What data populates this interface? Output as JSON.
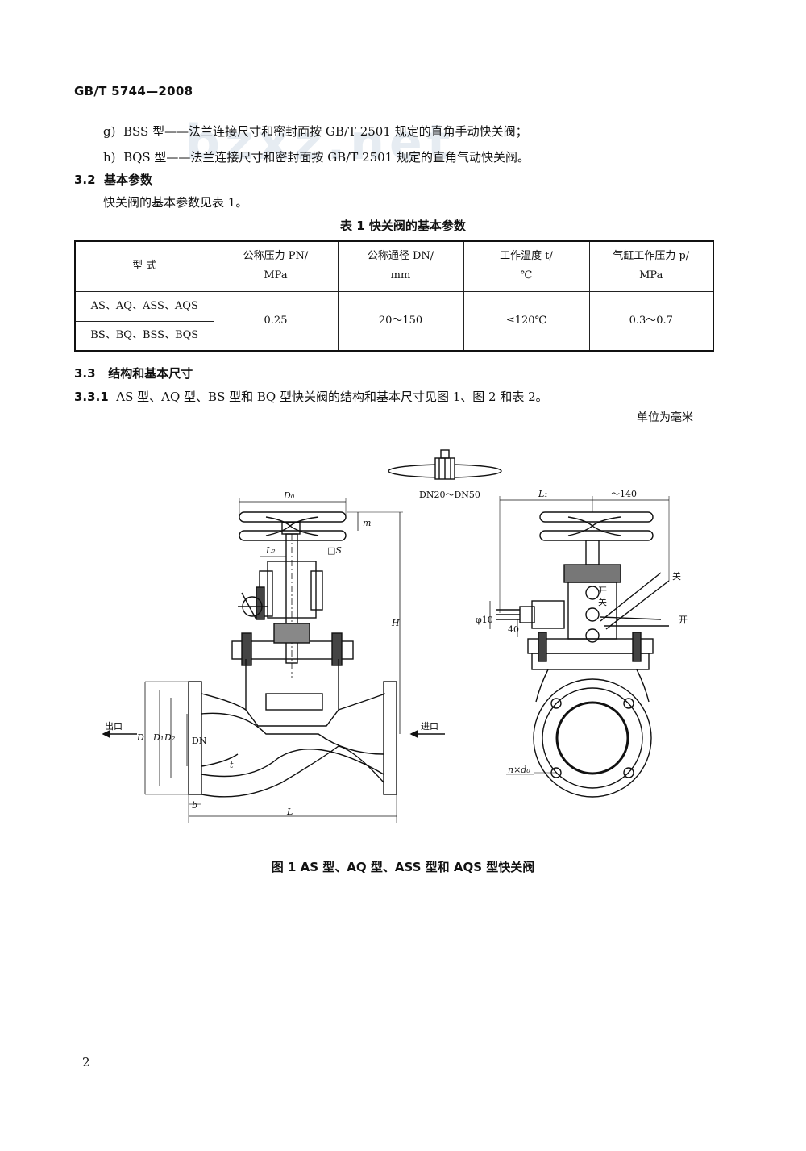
{
  "header": {
    "standard_code": "GB/T 5744—2008"
  },
  "items": [
    {
      "label": "g)",
      "text": "BSS 型——法兰连接尺寸和密封面按 GB/T 2501 规定的直角手动快关阀；"
    },
    {
      "label": "h)",
      "text": "BQS 型——法兰连接尺寸和密封面按 GB/T 2501 规定的直角气动快关阀。"
    }
  ],
  "section_3_2": {
    "number": "3.2",
    "title": "基本参数",
    "text": "快关阀的基本参数见表 1。"
  },
  "table1": {
    "caption": "表 1  快关阀的基本参数",
    "headers": {
      "type": "型    式",
      "pn_line1": "公称压力 PN/",
      "pn_line2": "MPa",
      "dn_line1": "公称通径 DN/",
      "dn_line2": "mm",
      "temp_line1": "工作温度 t/",
      "temp_line2": "℃",
      "cyl_line1": "气缸工作压力 p/",
      "cyl_line2": "MPa"
    },
    "row_type_1": "AS、AQ、ASS、AQS",
    "row_type_2": "BS、BQ、BSS、BQS",
    "pn": "0.25",
    "dn": "20～150",
    "temp": "≤120℃",
    "cyl": "0.3～0.7"
  },
  "section_3_3": {
    "number": "3.3",
    "title": "结构和基本尺寸"
  },
  "section_3_3_1": {
    "number": "3.3.1",
    "text": "AS 型、AQ 型、BS 型和 BQ 型快关阀的结构和基本尺寸见图 1、图 2 和表 2。"
  },
  "unit_note": "单位为毫米",
  "figure": {
    "label_outlet": "出口",
    "label_inlet": "进口",
    "label_dn_range": "DN20～DN50",
    "label_D0": "D₀",
    "label_m": "m",
    "label_L2": "L₂",
    "label_S": "□S",
    "label_H": "H",
    "label_D": "D",
    "label_D1": "D₁",
    "label_D2": "D₂",
    "label_DN": "DN",
    "label_t": "t",
    "label_b": "b",
    "label_L": "L",
    "label_L1": "L₁",
    "label_140": "～140",
    "label_close": "关",
    "label_open": "开",
    "label_phi10": "φ10",
    "label_40": "40",
    "label_nd0": "n×d₀",
    "caption": "图 1   AS 型、AQ 型、ASS 型和 AQS 型快关阀"
  },
  "page_number": "2",
  "watermark": "bzxz.net"
}
